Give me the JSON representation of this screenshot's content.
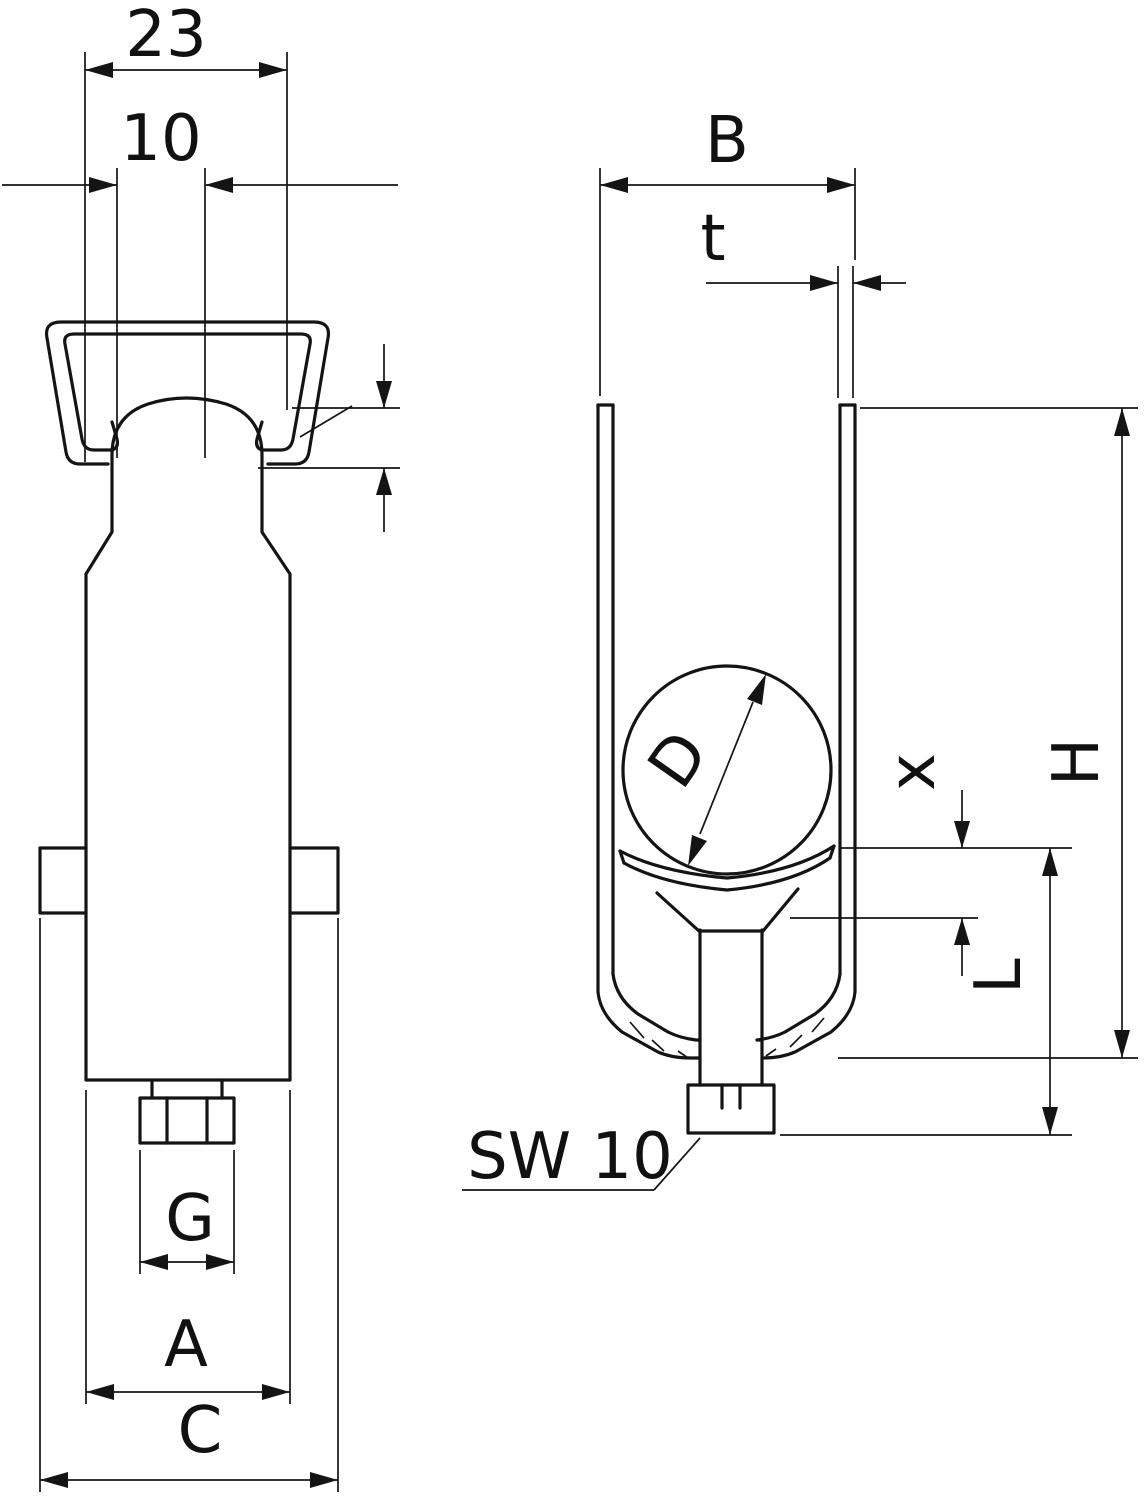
{
  "views": {
    "side": {
      "head_width": "23",
      "slot_width": "10",
      "thread_size": "G",
      "body_width": "A",
      "overall_width": "C"
    },
    "front": {
      "profile_width": "B",
      "material_thickness": "t",
      "cable_diameter": "D",
      "height": "H",
      "clamping_range": "x",
      "shaft_length": "L",
      "wrench_size": "SW 10"
    }
  }
}
